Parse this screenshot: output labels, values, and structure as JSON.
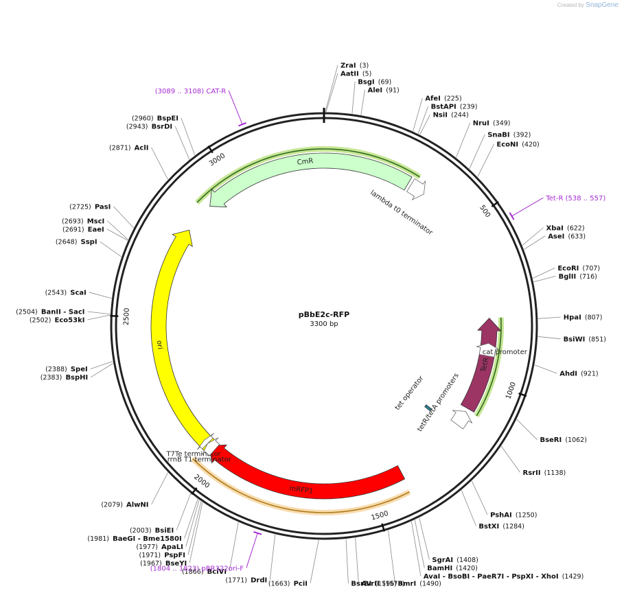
{
  "watermark": {
    "prefix": "Created by",
    "brand": "SnapGene"
  },
  "plasmid": {
    "name": "pBbE2c-RFP",
    "length_label": "3300 bp",
    "length": 3300
  },
  "ticks": [
    {
      "pos": 500,
      "label": "500"
    },
    {
      "pos": 1000,
      "label": "1000"
    },
    {
      "pos": 1500,
      "label": "1500"
    },
    {
      "pos": 2000,
      "label": "2000"
    },
    {
      "pos": 2500,
      "label": "2500"
    },
    {
      "pos": 3000,
      "label": "3000"
    }
  ],
  "features": [
    {
      "name": "TetR",
      "label": "TetR",
      "start": 800,
      "end": 1099,
      "fill": "#9c3464",
      "ring": "inner",
      "direction": "ccw",
      "label_style": "inside"
    },
    {
      "name": "mRFP1",
      "label": "mRFP1",
      "start": 1395,
      "end": 2050,
      "fill": "#ff0000",
      "ring": "inner",
      "direction": "cw",
      "label_style": "inside"
    },
    {
      "name": "ori",
      "label": "ori",
      "start": 2030,
      "end": 2800,
      "fill": "#ffff00",
      "ring": "inner",
      "direction": "cw",
      "label_style": "inside"
    },
    {
      "name": "CmR",
      "label": "CmR",
      "start": 2900,
      "end": 3580,
      "fill": "#ccffcc",
      "ring": "inner",
      "direction": "ccw",
      "label_style": "inside"
    },
    {
      "name": "cat promoter",
      "label": "cat promoter",
      "start": 880,
      "end": 920,
      "fill": "#ffffff",
      "ring": "inner",
      "direction": "ccw",
      "label_style": "outside"
    },
    {
      "name": "tetR/tetA promoters",
      "label": "tetR/tetA promoters",
      "start": 1110,
      "end": 1160,
      "fill": "#ffffff",
      "ring": "inner",
      "direction": "ccw",
      "label_style": "radial"
    },
    {
      "name": "lambda t0 terminator",
      "label": "lambda t0 terminator",
      "start": 3590,
      "end": 3640,
      "fill": "#ffffff",
      "ring": "inner",
      "direction": "cw",
      "label_style": "radial"
    },
    {
      "name": "T7Te terminator",
      "label": "T7Te terminator",
      "start": 2060,
      "end": 2075,
      "fill": "#ffffff",
      "ring": "inner",
      "direction": "cw",
      "label_style": "outside"
    },
    {
      "name": "rrnB T1 terminator",
      "label": "rrnB T1 terminator",
      "start": 2030,
      "end": 2060,
      "fill": "#ffffff",
      "ring": "inner",
      "direction": "cw",
      "label_style": "outside"
    },
    {
      "name": "tet operator",
      "label": "tet operator",
      "start": 1170,
      "end": 1180,
      "fill": "#2a7f93",
      "ring": "innermost",
      "direction": "none",
      "label_style": "radial"
    }
  ],
  "highlights": [
    {
      "name": "tetR-highlight",
      "start": 800,
      "end": 1105,
      "color": "#b9e07a",
      "line": "#2f6b1d",
      "radius": "mid"
    },
    {
      "name": "cmr-highlight",
      "start": 2880,
      "end": 3600,
      "color": "#b9e07a",
      "line": "#2f6b1d",
      "radius": "mid"
    },
    {
      "name": "mrfp1-highlight",
      "start": 1400,
      "end": 2060,
      "color": "#f5d39a",
      "line": "#b07a1d",
      "radius": "outer"
    }
  ],
  "primers": [
    {
      "name": "CAT-R",
      "range": "(3089 .. 3108)",
      "pos": 3098,
      "side": "left"
    },
    {
      "name": "Tet-R",
      "range": "(538 .. 557)",
      "pos": 547,
      "side": "right"
    },
    {
      "name": "pBR322ori-F",
      "range": "(1804 .. 1823)",
      "pos": 1813,
      "side": "left"
    }
  ],
  "sites": [
    {
      "name": "ZraI",
      "pos_label": "(3)",
      "pos": 3,
      "side": "left"
    },
    {
      "name": "AatII",
      "pos_label": "(5)",
      "pos": 5,
      "side": "right"
    },
    {
      "name": "BsgI",
      "pos_label": "(69)",
      "pos": 69,
      "side": "right"
    },
    {
      "name": "AleI",
      "pos_label": "(91)",
      "pos": 91,
      "side": "right"
    },
    {
      "name": "AfeI",
      "pos_label": "(225)",
      "pos": 225,
      "side": "right"
    },
    {
      "name": "BstAPI",
      "pos_label": "(239)",
      "pos": 239,
      "side": "right"
    },
    {
      "name": "NsiI",
      "pos_label": "(244)",
      "pos": 244,
      "side": "right"
    },
    {
      "name": "NruI",
      "pos_label": "(349)",
      "pos": 349,
      "side": "right"
    },
    {
      "name": "SnaBI",
      "pos_label": "(392)",
      "pos": 392,
      "side": "right"
    },
    {
      "name": "EcoNI",
      "pos_label": "(420)",
      "pos": 420,
      "side": "right"
    },
    {
      "name": "XbaI",
      "pos_label": "(622)",
      "pos": 622,
      "side": "right"
    },
    {
      "name": "AseI",
      "pos_label": "(633)",
      "pos": 633,
      "side": "right"
    },
    {
      "name": "EcoRI",
      "pos_label": "(707)",
      "pos": 707,
      "side": "right"
    },
    {
      "name": "BglII",
      "pos_label": "(716)",
      "pos": 716,
      "side": "right"
    },
    {
      "name": "HpaI",
      "pos_label": "(807)",
      "pos": 807,
      "side": "right"
    },
    {
      "name": "BsiWI",
      "pos_label": "(851)",
      "pos": 851,
      "side": "right"
    },
    {
      "name": "AhdI",
      "pos_label": "(921)",
      "pos": 921,
      "side": "right"
    },
    {
      "name": "BseRI",
      "pos_label": "(1062)",
      "pos": 1062,
      "side": "right"
    },
    {
      "name": "RsrII",
      "pos_label": "(1138)",
      "pos": 1138,
      "side": "right"
    },
    {
      "name": "PshAI",
      "pos_label": "(1250)",
      "pos": 1250,
      "side": "right"
    },
    {
      "name": "BstXI",
      "pos_label": "(1284)",
      "pos": 1284,
      "side": "right"
    },
    {
      "name": "SgrAI",
      "pos_label": "(1408)",
      "pos": 1408,
      "side": "right"
    },
    {
      "name": "BamHI",
      "pos_label": "(1420)",
      "pos": 1420,
      "side": "right"
    },
    {
      "name": "AvaI - BsoBI - PaeR7I - PspXI - XhoI",
      "pos_label": "(1429)",
      "pos": 1429,
      "side": "right"
    },
    {
      "name": "BmrI",
      "pos_label": "(1490)",
      "pos": 1490,
      "side": "right"
    },
    {
      "name": "AvrII",
      "pos_label": "(1573)",
      "pos": 1573,
      "side": "right"
    },
    {
      "name": "BsrBI",
      "pos_label": "(1596)",
      "pos": 1596,
      "side": "right"
    },
    {
      "name": "PciI",
      "pos_label": "(1663)",
      "pos": 1663,
      "side": "left"
    },
    {
      "name": "DrdI",
      "pos_label": "(1771)",
      "pos": 1771,
      "side": "left"
    },
    {
      "name": "BciVI",
      "pos_label": "(1866)",
      "pos": 1866,
      "side": "left"
    },
    {
      "name": "BseYI",
      "pos_label": "(1967)",
      "pos": 1967,
      "side": "left"
    },
    {
      "name": "PspFI",
      "pos_label": "(1971)",
      "pos": 1971,
      "side": "left"
    },
    {
      "name": "ApaLI",
      "pos_label": "(1977)",
      "pos": 1977,
      "side": "left"
    },
    {
      "name": "BaeGI - Bme1580I",
      "pos_label": "(1981)",
      "pos": 1981,
      "side": "left"
    },
    {
      "name": "BsiEI",
      "pos_label": "(2003)",
      "pos": 2003,
      "side": "left"
    },
    {
      "name": "AlwNI",
      "pos_label": "(2079)",
      "pos": 2079,
      "side": "left"
    },
    {
      "name": "BspHI",
      "pos_label": "(2383)",
      "pos": 2383,
      "side": "left"
    },
    {
      "name": "SpeI",
      "pos_label": "(2388)",
      "pos": 2388,
      "side": "left"
    },
    {
      "name": "Eco53kI",
      "pos_label": "(2502)",
      "pos": 2502,
      "side": "left"
    },
    {
      "name": "BanII - SacI",
      "pos_label": "(2504)",
      "pos": 2504,
      "side": "left"
    },
    {
      "name": "ScaI",
      "pos_label": "(2543)",
      "pos": 2543,
      "side": "left"
    },
    {
      "name": "SspI",
      "pos_label": "(2648)",
      "pos": 2648,
      "side": "left"
    },
    {
      "name": "EaeI",
      "pos_label": "(2691)",
      "pos": 2691,
      "side": "left"
    },
    {
      "name": "MscI",
      "pos_label": "(2693)",
      "pos": 2693,
      "side": "left"
    },
    {
      "name": "PasI",
      "pos_label": "(2725)",
      "pos": 2725,
      "side": "left"
    },
    {
      "name": "AclI",
      "pos_label": "(2871)",
      "pos": 2871,
      "side": "left"
    },
    {
      "name": "BsrDI",
      "pos_label": "(2943)",
      "pos": 2943,
      "side": "left"
    },
    {
      "name": "BspEI",
      "pos_label": "(2960)",
      "pos": 2960,
      "side": "left"
    }
  ]
}
